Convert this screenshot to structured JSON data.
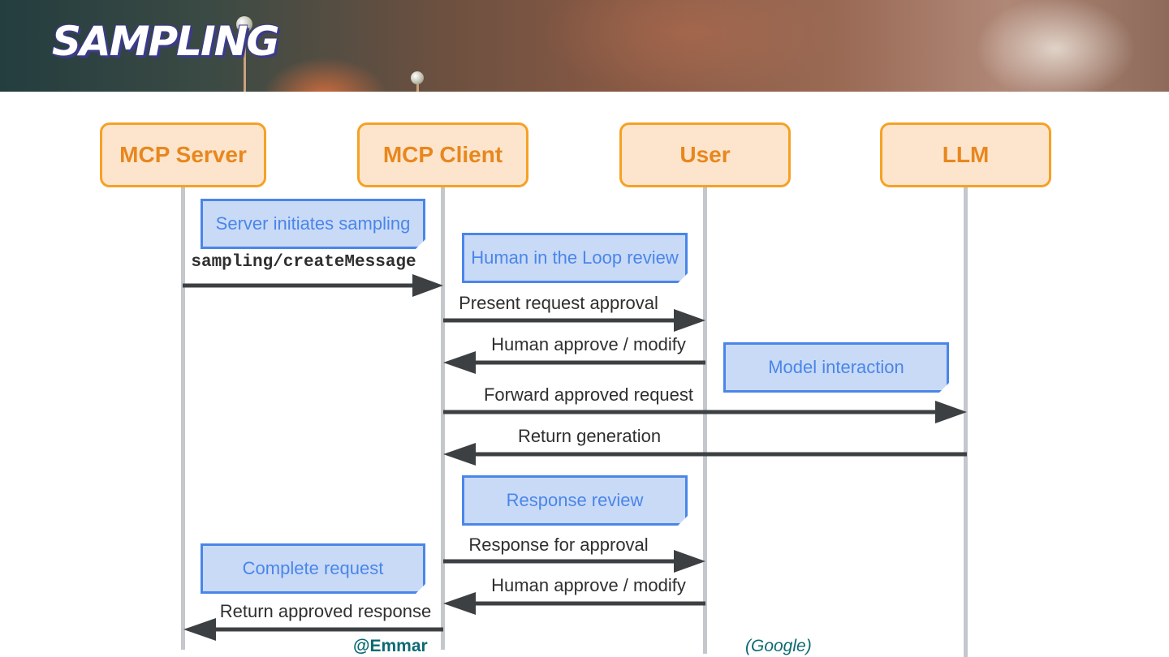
{
  "header": {
    "title": "SAMPLING"
  },
  "actors": {
    "server": "MCP Server",
    "client": "MCP Client",
    "user": "User",
    "llm": "LLM"
  },
  "notes": {
    "server_initiates": "Server initiates sampling",
    "human_in_loop": "Human in the Loop review",
    "model_interaction": "Model interaction",
    "response_review": "Response review",
    "complete_request": "Complete request"
  },
  "messages": {
    "create_message": "sampling/createMessage",
    "present_request": "Present request approval",
    "human_approve_1": "Human approve / modify",
    "forward_request": "Forward approved request",
    "return_generation": "Return generation",
    "response_for_approval": "Response for approval",
    "human_approve_2": "Human approve / modify",
    "return_response": "Return approved response"
  },
  "footer": {
    "handle": "@Emmar",
    "org": "(Google)"
  },
  "colors": {
    "actor_fill": "#fde5cd",
    "actor_border": "#f6a124",
    "actor_text": "#e8871e",
    "note_fill": "#c9daf7",
    "note_border": "#4a86e8",
    "arrow": "#3c4043",
    "lifeline": "#c4c7cb"
  }
}
